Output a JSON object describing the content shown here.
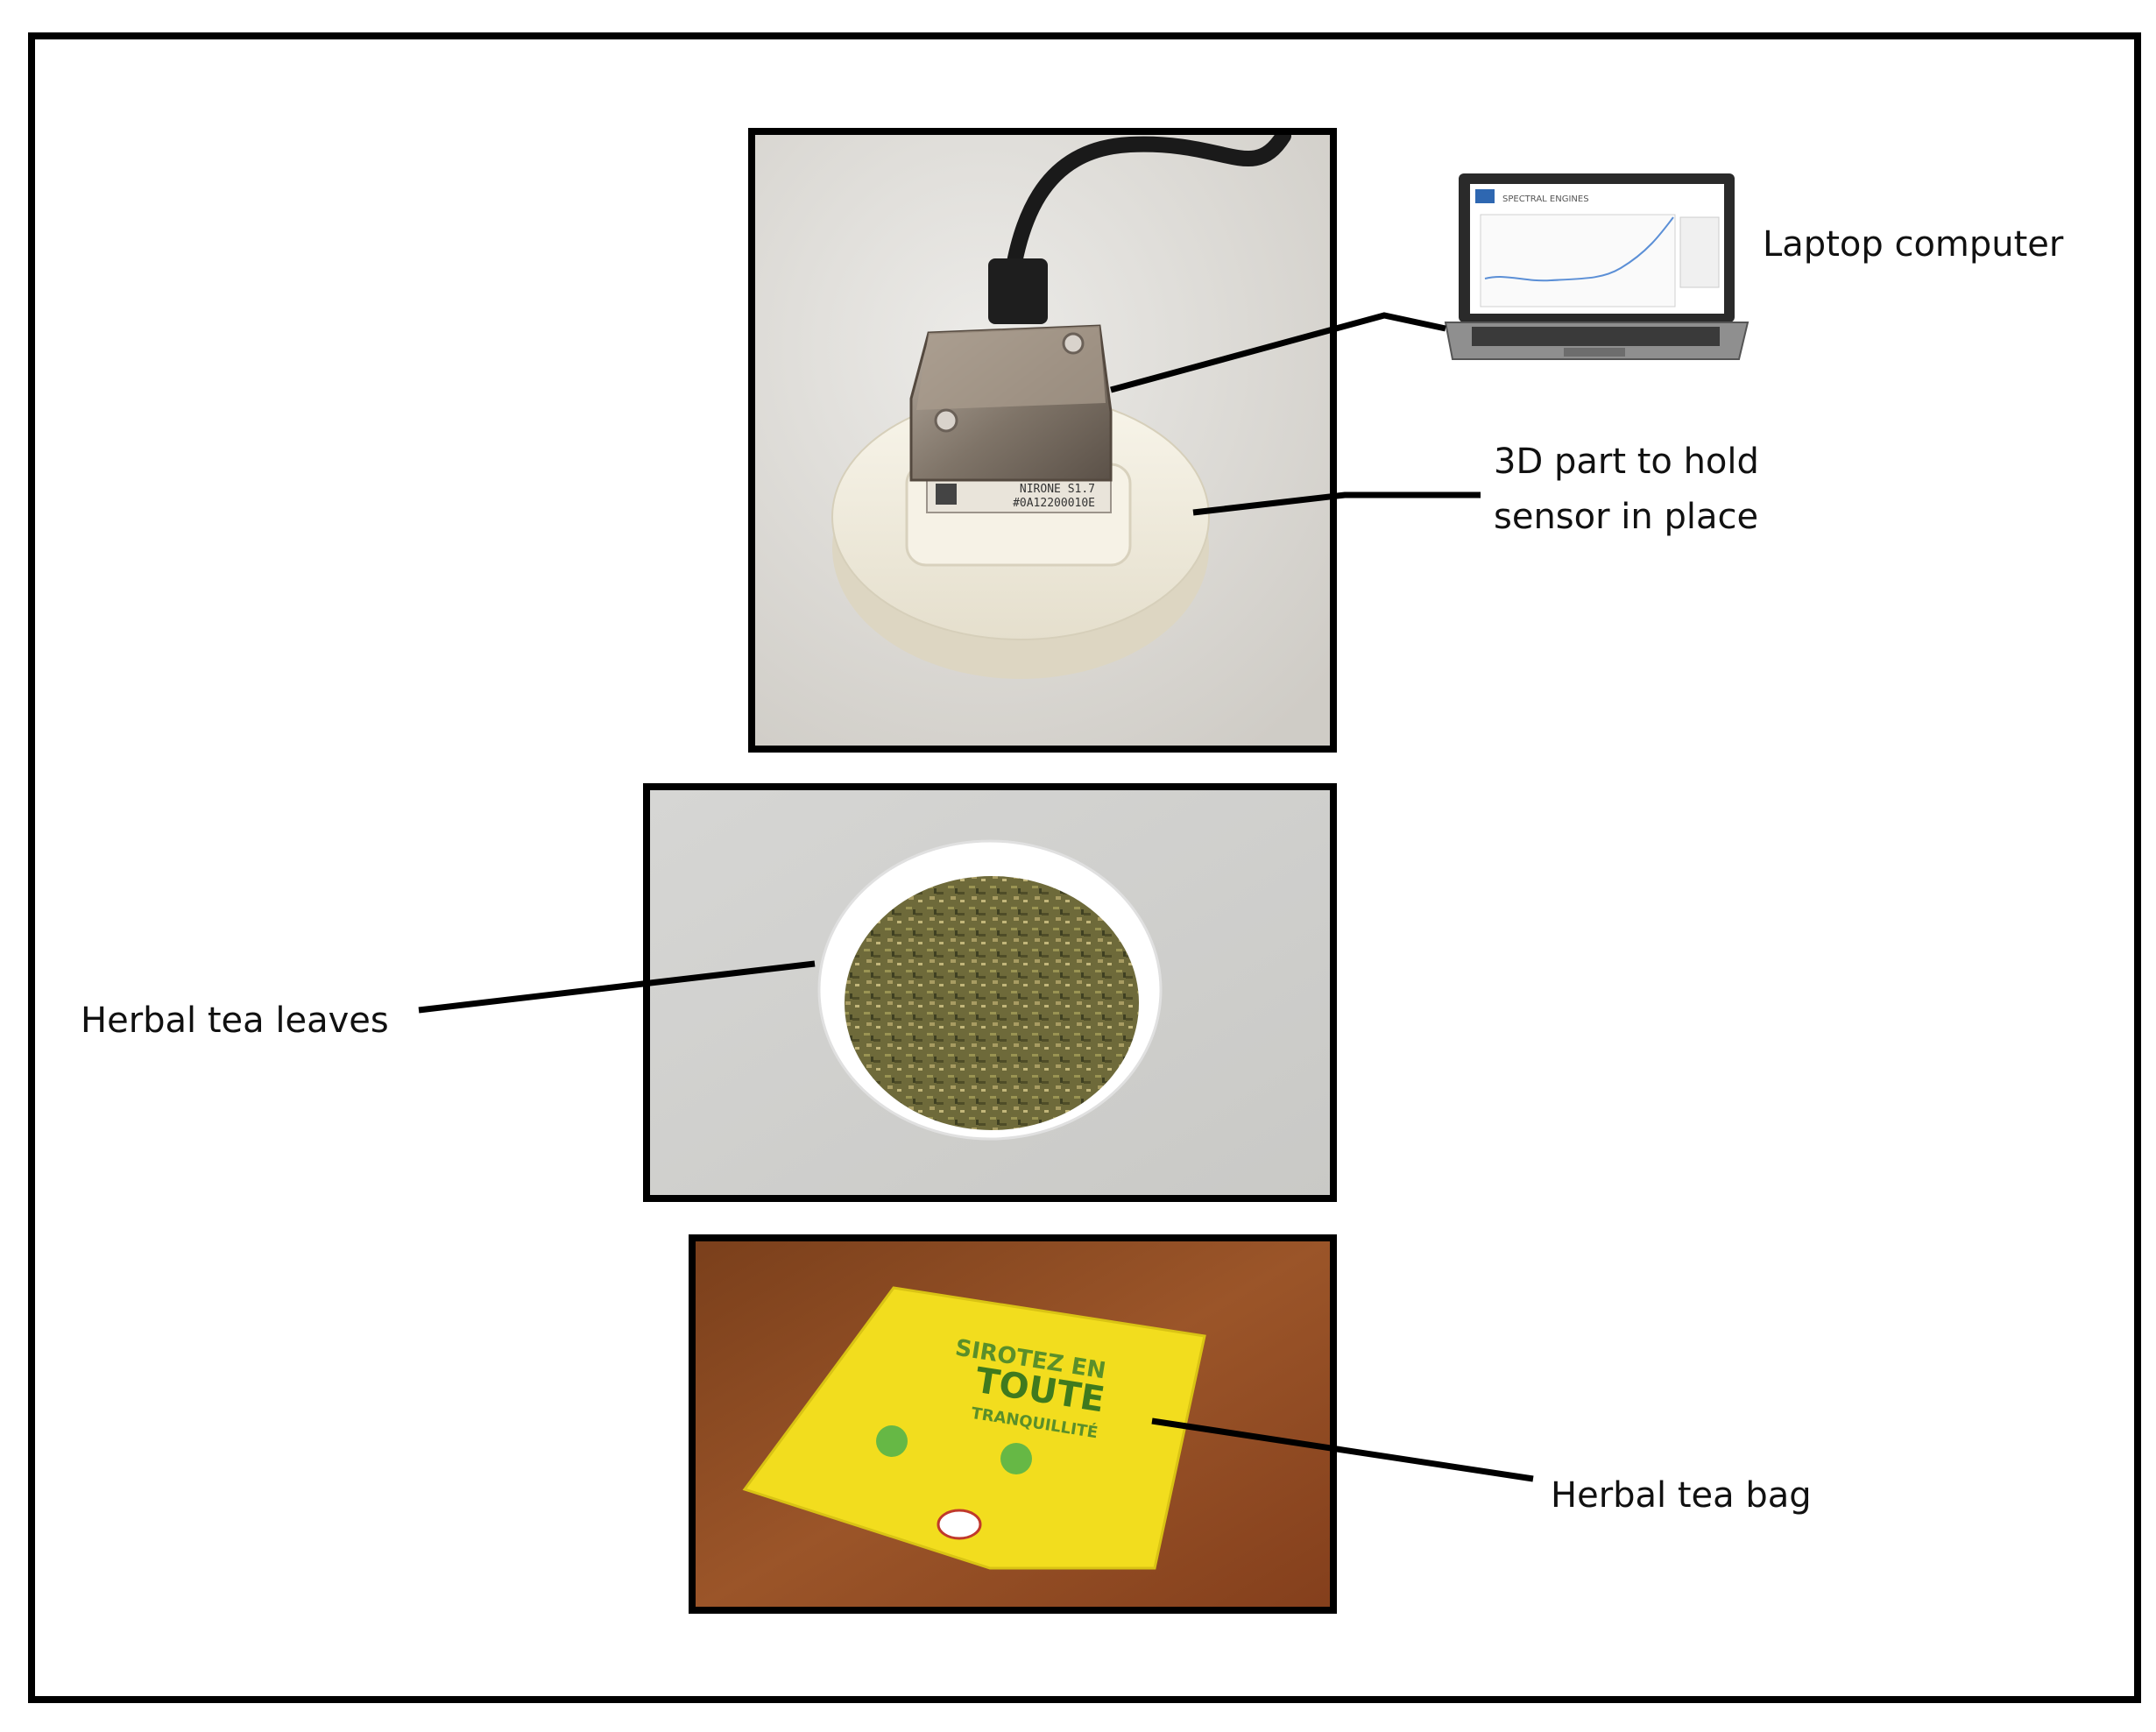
{
  "labels": {
    "laptop": "Laptop computer",
    "holder_line1": "3D part to hold",
    "holder_line2": "sensor in place",
    "leaves": "Herbal tea leaves",
    "bag": "Herbal tea bag"
  },
  "sensor": {
    "label_line1": "NIRONE S1.7",
    "label_line2": "#0A12200010E"
  },
  "laptop_screen": {
    "title": "SPECTRAL ENGINES"
  },
  "tea_bag": {
    "line1": "SIROTEZ EN",
    "line2": "TOUTE",
    "line3": "TRANQUILLITÉ"
  },
  "colors": {
    "frame": "#000000",
    "wall": "#e3e0dc",
    "holder": "#f2eedf",
    "sensor_metal": "#8f857b",
    "table_wood": "#8a4a22",
    "bag_yellow": "#f2dd1e",
    "dish": "#ffffff",
    "tea_leaves": "#6b6a38"
  }
}
